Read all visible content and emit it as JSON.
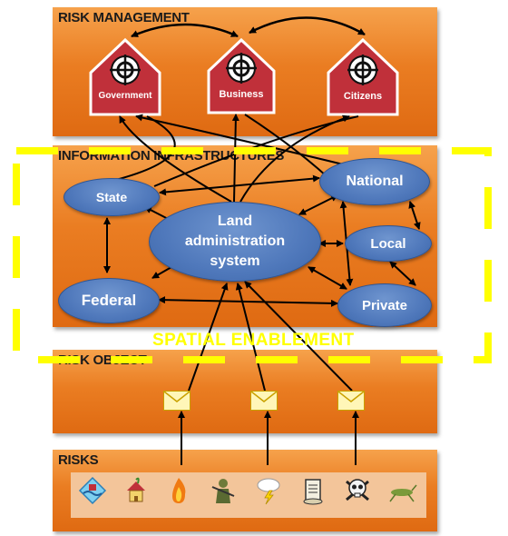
{
  "panels": {
    "risk_management": "RISK MANAGEMENT",
    "information_infrastructures": "INFORMATION INFRASTRUCTURES",
    "risk_object": "RISK OBJECT",
    "risks": "RISKS"
  },
  "stakeholders": {
    "government": "Government",
    "business": "Business",
    "citizens": "Citizens"
  },
  "infrastructures": {
    "state": "State",
    "national": "National",
    "land_line1": "Land",
    "land_line2": "administration",
    "land_line3": "system",
    "local": "Local",
    "federal": "Federal",
    "private": "Private"
  },
  "overlay": {
    "spatial_enablement": "SPATIAL ENABLEMENT"
  },
  "risk_icons": [
    "flood-icon",
    "house-fire-icon",
    "fire-icon",
    "war-icon",
    "storm-icon",
    "scroll-icon",
    "skull-icon",
    "insect-icon"
  ],
  "colors": {
    "panel_orange": "#ea7d22",
    "house_red": "#c0303a",
    "ellipse_blue": "#4f78bb",
    "dashed_yellow": "#ffff00"
  }
}
